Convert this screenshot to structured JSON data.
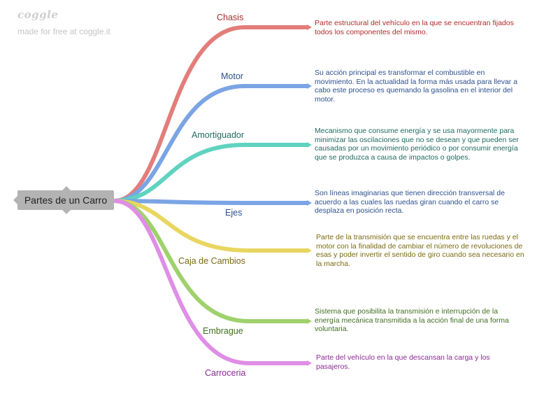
{
  "logo": {
    "text": "coggle",
    "credit": "made for free at coggle.it"
  },
  "root": {
    "label": "Partes de un Carro"
  },
  "branches": [
    {
      "id": "chasis",
      "label": "Chasis",
      "color": "#e37d7a",
      "text_color": "#b02a2a",
      "description": "Parte estructural del vehículo en la que se encuentran fijados todos los componentes del mismo."
    },
    {
      "id": "motor",
      "label": "Motor",
      "color": "#7ba4e4",
      "text_color": "#2c4f8e",
      "description": "Su acción principal es transformar el combustible en movimiento. En la actualidad la forma más usada para llevar a cabo este proceso es quemando la gasolina en el interior del motor."
    },
    {
      "id": "amortiguador",
      "label": "Amortiguador",
      "color": "#5fd3c0",
      "text_color": "#1f6a5e",
      "description": "Mecanismo que consume energía y se usa mayormente para minimizar las oscilaciones que no se desean y que pueden ser causadas por un movimiento periódico o por consumir energía que se produzca a causa de impactos o golpes."
    },
    {
      "id": "ejes",
      "label": "Ejes",
      "color": "#7ba4e4",
      "text_color": "#2c4f8e",
      "description": "Son líneas imaginarias que tienen dirección transversal de acuerdo a las cuales las ruedas giran cuando el carro se desplaza en posición recta."
    },
    {
      "id": "caja",
      "label": "Caja de Cambios",
      "color": "#e8d660",
      "text_color": "#7a6a10",
      "description": "Parte de la transmisión que se encuentra entre las ruedas y el motor con la finalidad de cambiar el número de revoluciones de esas y poder invertir el sentido de giro cuando sea necesario en la marcha."
    },
    {
      "id": "embrague",
      "label": "Embrague",
      "color": "#9fd16c",
      "text_color": "#3f6e1e",
      "description": "Sistema que posibilita la transmisión e interrupción de la energía mecánica transmitida a la acción final de una forma voluntaria."
    },
    {
      "id": "carroceria",
      "label": "Carroceria",
      "color": "#df8ee6",
      "text_color": "#8a2a94",
      "description": "Parte del vehículo en la que descansan la carga y los pasajeros."
    }
  ]
}
